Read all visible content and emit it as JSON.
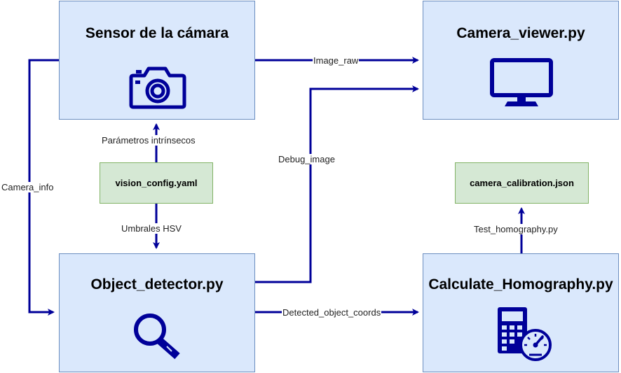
{
  "nodes": {
    "sensor": {
      "title": "Sensor de la cámara",
      "icon": "camera-icon"
    },
    "viewer": {
      "title": "Camera_viewer.py",
      "icon": "monitor-icon"
    },
    "detector": {
      "title": "Object_detector.py",
      "icon": "magnifier-icon"
    },
    "homography": {
      "title": "Calculate_Homography.py",
      "icon": "calculator-gauge-icon"
    }
  },
  "files": {
    "vision_config": "vision_config.yaml",
    "camera_calibration": "camera_calibration.json"
  },
  "edges": {
    "image_raw": "Image_raw",
    "parametros": "Parámetros intrínsecos",
    "debug_image": "Debug_image",
    "camera_info": "Camera_info",
    "umbrales": "Umbrales HSV",
    "test_homography": "Test_homography.py",
    "detected_coords": "Detected_object_coords"
  },
  "colors": {
    "node_fill": "#dae8fc",
    "node_border": "#6c8ebf",
    "file_fill": "#d5e8d4",
    "file_border": "#82b366",
    "edge": "#000099"
  }
}
